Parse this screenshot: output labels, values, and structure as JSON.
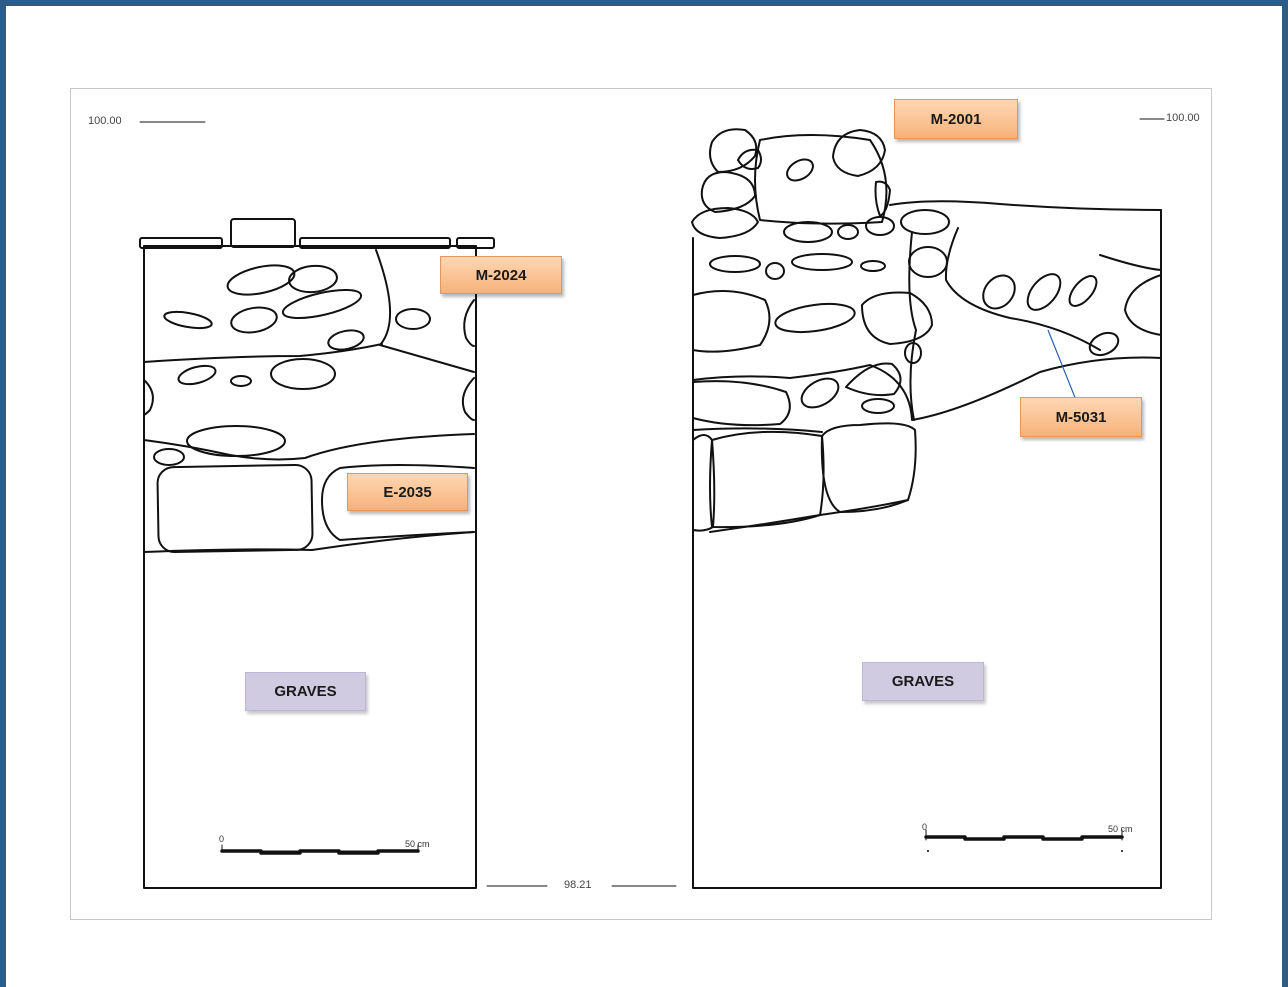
{
  "elevations": {
    "top_left": "100.00",
    "top_right": "100.00",
    "bottom": "98.21"
  },
  "labels": {
    "m2001": "M-2001",
    "m2024": "M-2024",
    "m5031": "M-5031",
    "e2035": "E-2035",
    "graves_left": "GRAVES",
    "graves_right": "GRAVES"
  },
  "scale_bars": {
    "left": {
      "start": "0",
      "end": "50 cm"
    },
    "right": {
      "start": "0",
      "end": "50 cm"
    }
  },
  "colors": {
    "frame_border": "#2f5b87",
    "label_orange": "#f7b27a",
    "label_purple": "#d1cbe2",
    "leader_line": "#2e5fa8"
  }
}
